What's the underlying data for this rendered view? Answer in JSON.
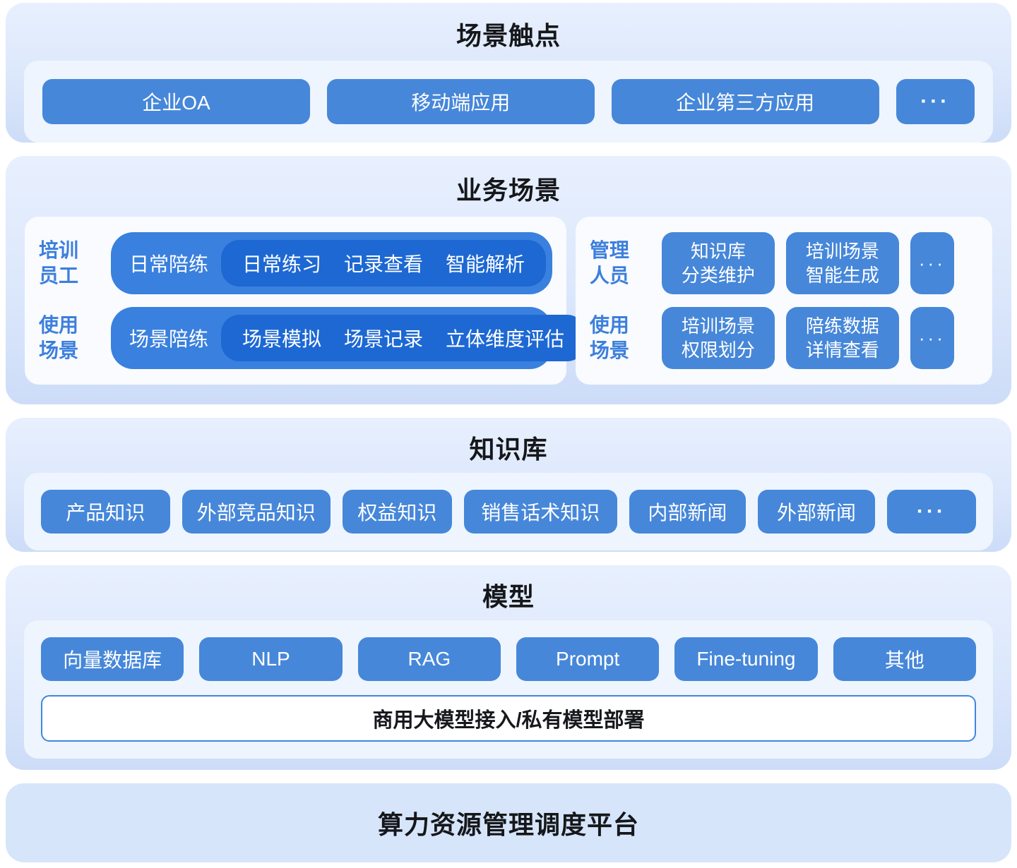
{
  "colors": {
    "button_blue": "#4687d9",
    "pill_outer_blue": "#3a80de",
    "pill_inner_blue": "#1d68d3",
    "label_blue": "#3d7fdc",
    "section_strip": "#8499e1",
    "section_bg_top": "#e8f0fe",
    "section_bg_bottom": "#cddcf8",
    "inner_card_bg": "#eef5fe",
    "white_card_bg": "#f9fbff",
    "platform_bg": "#d7e5fb",
    "title_color": "#15171a"
  },
  "sections": {
    "touchpoints": {
      "title": "场景触点",
      "items": [
        "企业OA",
        "移动端应用",
        "企业第三方应用",
        "···"
      ]
    },
    "business": {
      "title": "业务场景",
      "left_card": {
        "rows": [
          {
            "label_line1": "培训",
            "label_line2": "员工",
            "pill_label": "日常陪练",
            "sub_items": [
              "日常练习",
              "记录查看",
              "智能解析"
            ]
          },
          {
            "label_line1": "使用",
            "label_line2": "场景",
            "pill_label": "场景陪练",
            "sub_items": [
              "场景模拟",
              "场景记录",
              "立体维度评估"
            ]
          }
        ]
      },
      "right_card": {
        "rows": [
          {
            "label_line1": "管理",
            "label_line2": "人员",
            "buttons": [
              {
                "line1": "知识库",
                "line2": "分类维护"
              },
              {
                "line1": "培训场景",
                "line2": "智能生成"
              }
            ],
            "more": "···"
          },
          {
            "label_line1": "使用",
            "label_line2": "场景",
            "buttons": [
              {
                "line1": "培训场景",
                "line2": "权限划分"
              },
              {
                "line1": "陪练数据",
                "line2": "详情查看"
              }
            ],
            "more": "···"
          }
        ]
      }
    },
    "knowledge": {
      "title": "知识库",
      "items": [
        "产品知识",
        "外部竞品知识",
        "权益知识",
        "销售话术知识",
        "内部新闻",
        "外部新闻",
        "···"
      ]
    },
    "model": {
      "title": "模型",
      "items": [
        "向量数据库",
        "NLP",
        "RAG",
        "Prompt",
        "Fine-tuning",
        "其他"
      ],
      "bottom_bar": "商用大模型接入/私有模型部署"
    },
    "platform": {
      "title": "算力资源管理调度平台"
    }
  }
}
